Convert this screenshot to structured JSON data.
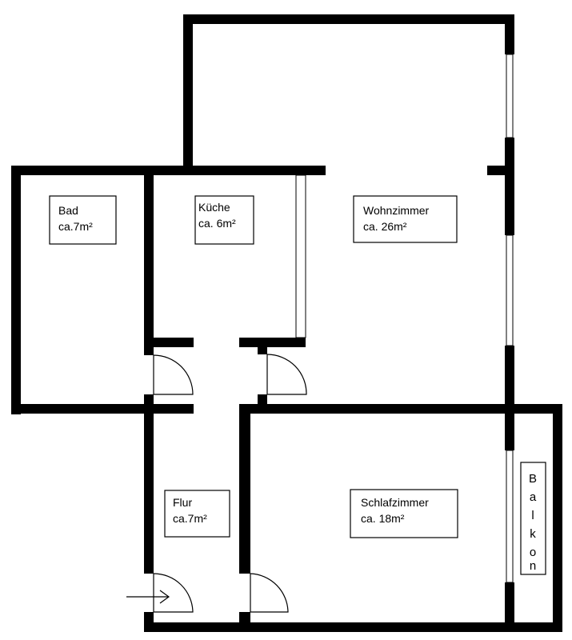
{
  "colors": {
    "wall": "#000000",
    "background": "#ffffff"
  },
  "rooms": {
    "bad": {
      "name": "Bad",
      "area": "ca.7m²"
    },
    "kueche": {
      "name": "Küche",
      "area": "ca. 6m²"
    },
    "wohnzimmer": {
      "name": "Wohnzimmer",
      "area": "ca. 26m²"
    },
    "flur": {
      "name": "Flur",
      "area": "ca.7m²"
    },
    "schlafzimmer": {
      "name": "Schlafzimmer",
      "area": "ca. 18m²"
    }
  },
  "balkon": {
    "letters": [
      "B",
      "a",
      "l",
      "k",
      "o",
      "n"
    ]
  },
  "entrance": {
    "icon": "entrance-arrow-icon"
  }
}
